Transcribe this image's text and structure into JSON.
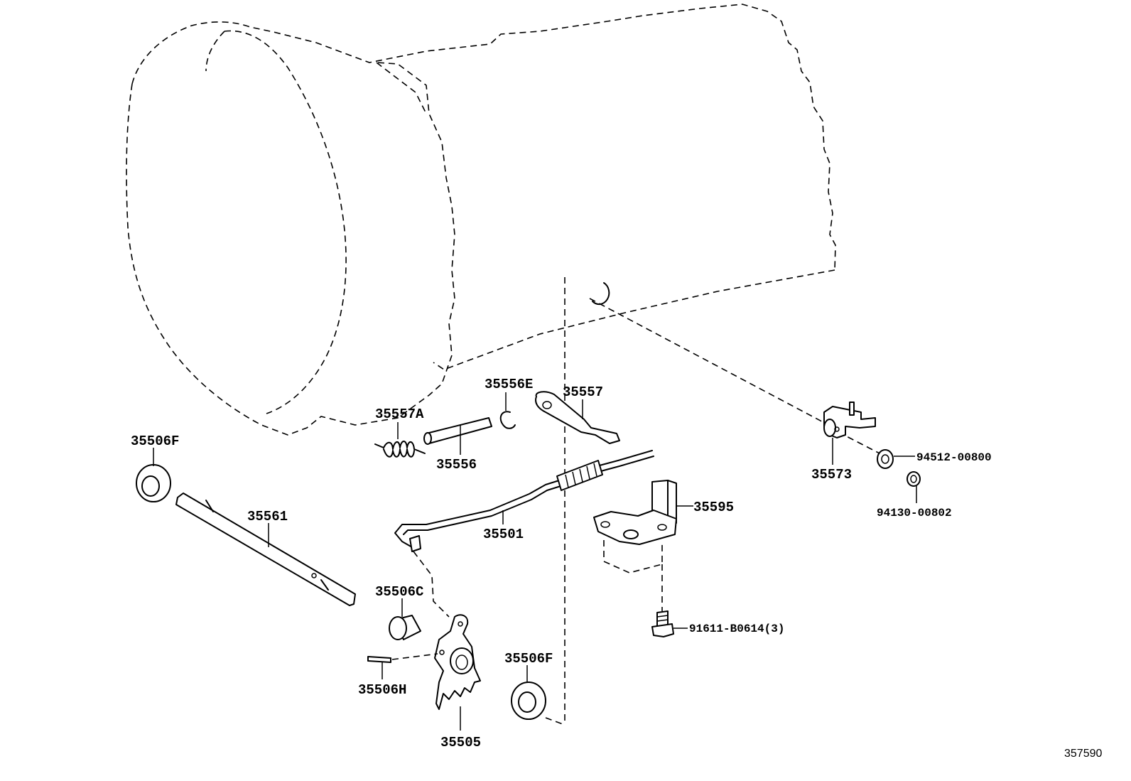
{
  "figure_id": "357590",
  "parts": {
    "p35506F_top": "35506F",
    "p35557A": "35557A",
    "p35556E": "35556E",
    "p35557": "35557",
    "p35556": "35556",
    "p35561": "35561",
    "p35501": "35501",
    "p35595": "35595",
    "p35573": "35573",
    "p94512": "94512-00800",
    "p94130": "94130-00802",
    "p35506C": "35506C",
    "p35506H": "35506H",
    "p35505": "35505",
    "p35506F_bottom": "35506F",
    "p91611": "91611-B0614(3)"
  }
}
